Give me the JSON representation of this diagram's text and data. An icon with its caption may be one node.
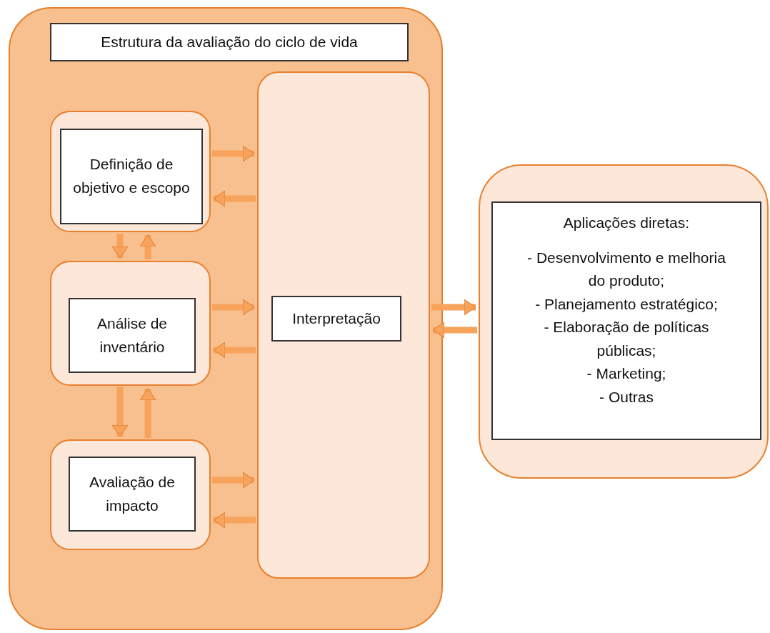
{
  "diagram": {
    "nodes": [
      {
        "text": [
          "Estrutura da avaliação do ciclo de vida"
        ]
      },
      {
        "text": [
          "Interpretação"
        ],
        "in": 0
      },
      {
        "text": [
          "Definição de objetivo e escopo"
        ],
        "in": 0
      },
      {
        "text": [
          "Análise de inventário"
        ],
        "in": 0
      },
      {
        "text": [
          "Avaliação de impacto"
        ],
        "in": 0
      },
      {
        "text": [
          "Aplicações diretas:",
          "- Desenvolvimento e melhoria do produto;",
          "- Planejamento estratégico;",
          "- Elaboração de políticas públicas;",
          "- Marketing;",
          "- Outras"
        ]
      }
    ],
    "edges": [
      {
        "from": 2,
        "to": 1,
        "arrow": "to"
      },
      {
        "from": 1,
        "to": 2,
        "arrow": "to"
      },
      {
        "from": 3,
        "to": 1,
        "arrow": "to"
      },
      {
        "from": 1,
        "to": 3,
        "arrow": "to"
      },
      {
        "from": 4,
        "to": 1,
        "arrow": "to"
      },
      {
        "from": 1,
        "to": 4,
        "arrow": "to"
      },
      {
        "from": 2,
        "to": 3,
        "arrow": "to"
      },
      {
        "from": 3,
        "to": 2,
        "arrow": "to"
      },
      {
        "from": 3,
        "to": 4,
        "arrow": "to"
      },
      {
        "from": 4,
        "to": 3,
        "arrow": "to"
      },
      {
        "from": 1,
        "to": 5,
        "arrow": "to"
      },
      {
        "from": 5,
        "to": 1,
        "arrow": "to"
      }
    ]
  }
}
